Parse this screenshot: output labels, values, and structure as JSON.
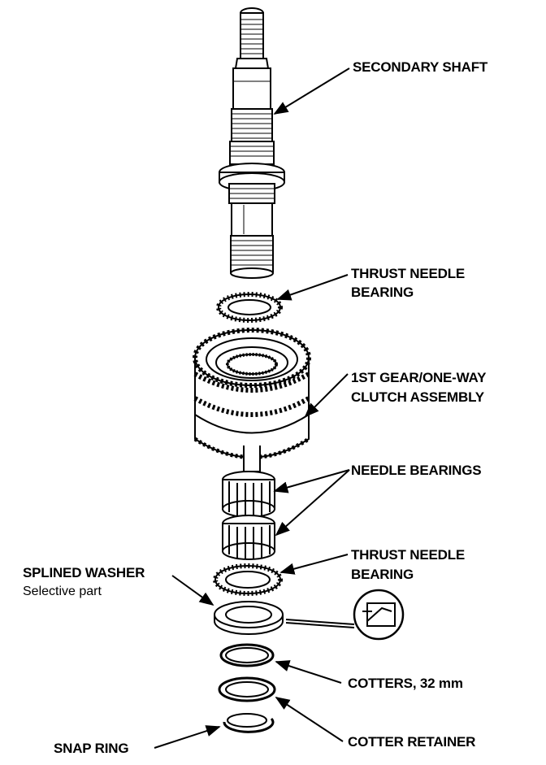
{
  "labels": {
    "secondary_shaft": "SECONDARY SHAFT",
    "thrust_needle_bearing_top_1": "THRUST NEEDLE",
    "thrust_needle_bearing_top_2": "BEARING",
    "first_gear_1": "1ST GEAR/ONE-WAY",
    "first_gear_2": "CLUTCH ASSEMBLY",
    "needle_bearings": "NEEDLE BEARINGS",
    "thrust_needle_bearing_bottom_1": "THRUST NEEDLE",
    "thrust_needle_bearing_bottom_2": "BEARING",
    "splined_washer": "SPLINED WASHER",
    "selective_part": "Selective part",
    "cotters": "COTTERS, 32 mm",
    "cotter_retainer": "COTTER RETAINER",
    "snap_ring": "SNAP RING"
  },
  "icons": {
    "selective_part_symbol": "selective-part-symbol-icon"
  }
}
